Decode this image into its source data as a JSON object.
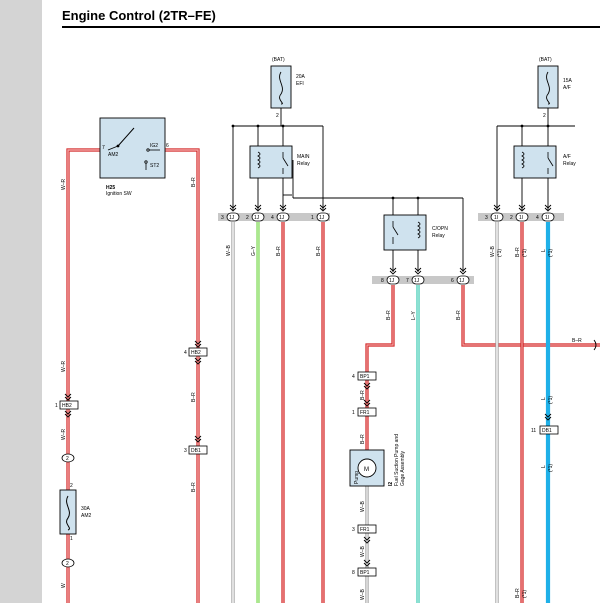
{
  "title": "Engine Control (2TR–FE)",
  "colors": {
    "red": "#d02020",
    "pink": "#f4a6a6",
    "green": "#7ed957",
    "cyan": "#1fb0e8",
    "grey": "#9a9a9a",
    "sidebar": "#d4d4d4"
  },
  "fuses": {
    "efi": {
      "supply": "(BAT)",
      "rating": "20A",
      "name": "EFI"
    },
    "af": {
      "supply": "(BAT)",
      "rating": "15A",
      "name": "A/F"
    },
    "am2": {
      "rating": "30A",
      "name": "AM2"
    }
  },
  "relays": {
    "main": {
      "line1": "MAIN",
      "line2": "Relay"
    },
    "copn": {
      "line1": "C/OPN",
      "line2": "Relay"
    },
    "af": {
      "line1": "A/F",
      "line2": "Relay"
    }
  },
  "ignition": {
    "code": "H25",
    "name": "Ignition SW",
    "am2": "AM2",
    "ig2": "IG2",
    "st2": "ST2",
    "pin_left": "7",
    "pin_right": "6"
  },
  "pump": {
    "label": "Pump",
    "motor": "M",
    "code": "I2",
    "name_line1": "Fuel Suction Pump and",
    "name_line2": "Gage Assembly"
  },
  "pins": {
    "efi_out": "2",
    "af_out": "2",
    "am2_in": "2",
    "am2_out": "1",
    "i1_3": "3",
    "i1_2": "2",
    "i1_4": "4",
    "i1_1": "1",
    "i2_8": "8",
    "i2_7": "7",
    "i2_6": "6",
    "i3_3": "3",
    "i3_2": "2",
    "i3_4": "4",
    "hb2_right": "4",
    "db1_left": "3",
    "hb2_left": "1",
    "bp1_top": "4",
    "fr1_top": "1",
    "fr1_bot": "3",
    "bp1_bot": "8",
    "db1_right": "11"
  },
  "connectors": {
    "i1": "1J",
    "i2": "1J",
    "i3": "1I",
    "hb2": "HB2",
    "db1": "DB1",
    "bp1": "BP1",
    "fr1": "FR1",
    "oval_2": "2"
  },
  "wires": {
    "wr": "W–R",
    "br": "B–R",
    "wb": "W–B",
    "gy": "G–Y",
    "ly": "L–Y",
    "l": "L",
    "w": "W",
    "star": "(*1)"
  }
}
